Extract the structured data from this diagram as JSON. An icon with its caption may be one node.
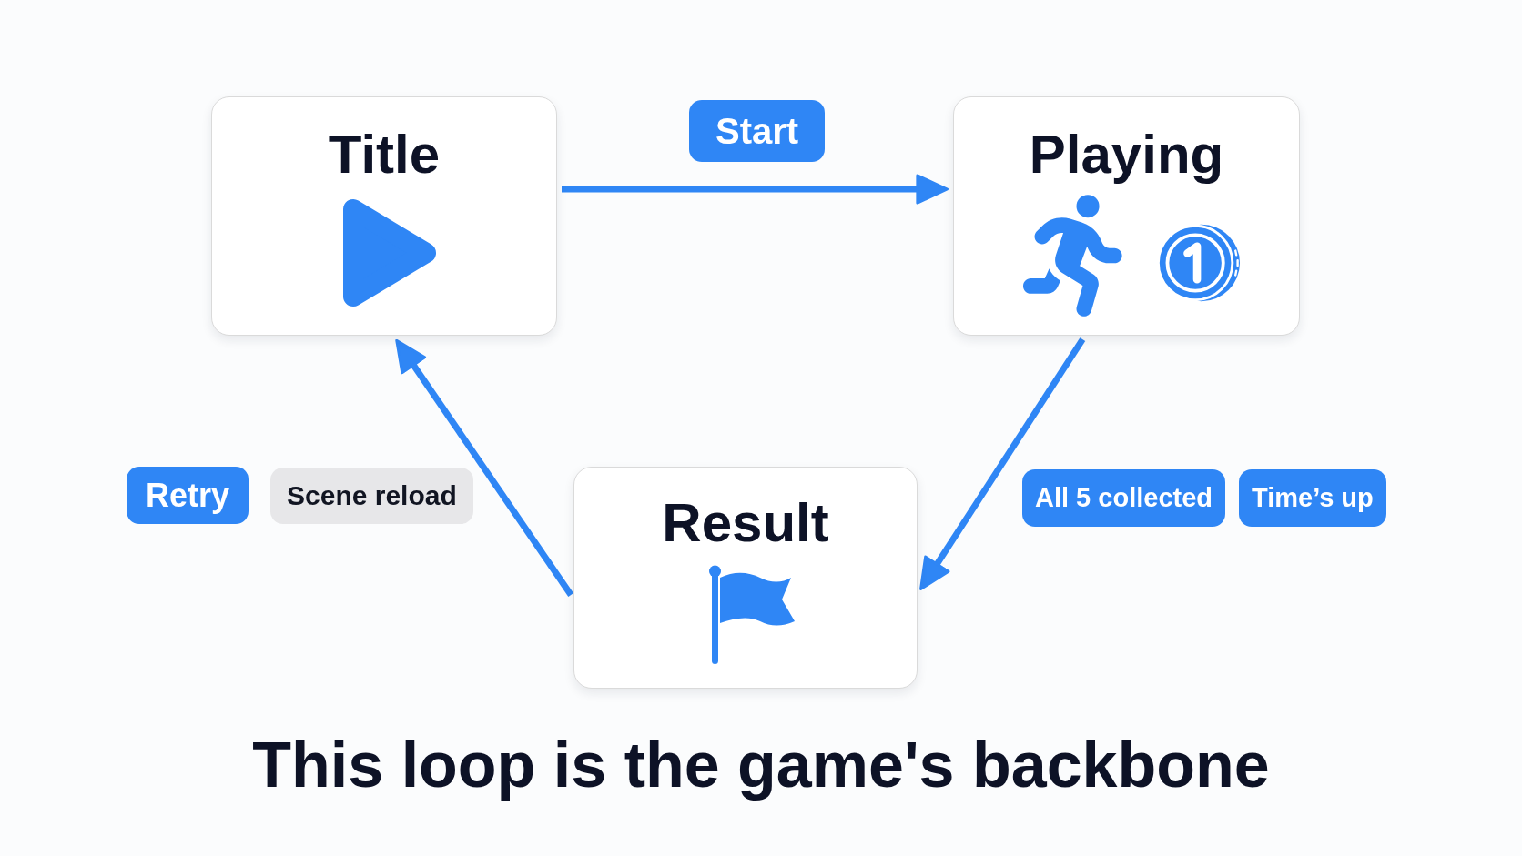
{
  "diagram": {
    "caption": "This loop is the game's backbone",
    "nodes": [
      {
        "text": [
          "Title"
        ]
      },
      {
        "text": [
          "Playing"
        ]
      },
      {
        "text": [
          "Result"
        ]
      }
    ],
    "edges": [
      {
        "from": 0,
        "to": 1,
        "arrow": "to",
        "label": "Start"
      },
      {
        "from": 1,
        "to": 2,
        "arrow": "to"
      },
      {
        "from": 2,
        "to": 0,
        "arrow": "to"
      }
    ],
    "labels": [
      "Retry",
      "Scene reload",
      "All 5 collected",
      "Time’s up"
    ]
  }
}
